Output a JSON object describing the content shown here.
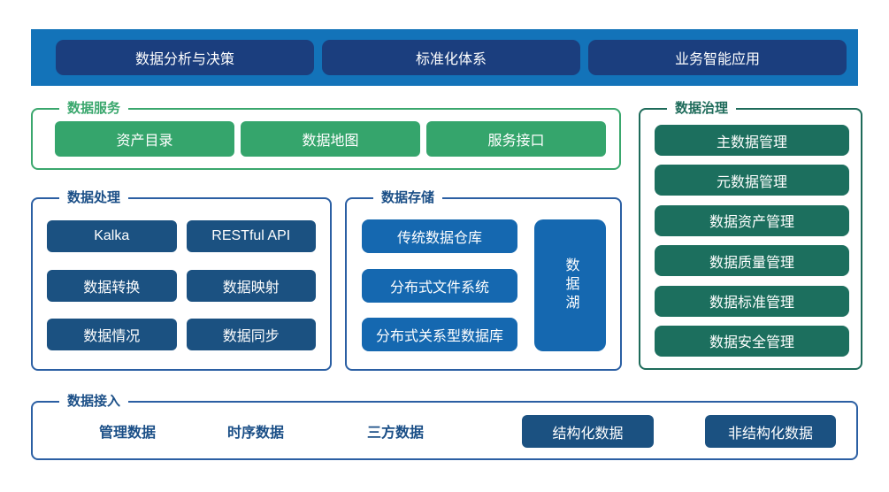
{
  "banner": {
    "items": [
      "数据分析与决策",
      "标准化体系",
      "业务智能应用"
    ]
  },
  "sections": {
    "services": {
      "title": "数据服务",
      "buttons": [
        "资产目录",
        "数据地图",
        "服务接口"
      ]
    },
    "governance": {
      "title": "数据治理",
      "buttons": [
        "主数据管理",
        "元数据管理",
        "数据资产管理",
        "数据质量管理",
        "数据标准管理",
        "数据安全管理"
      ]
    },
    "processing": {
      "title": "数据处理",
      "buttons": [
        "Kalka",
        "RESTful API",
        "数据转换",
        "数据映射",
        "数据情况",
        "数据同步"
      ]
    },
    "storage": {
      "title": "数据存储",
      "buttons": [
        "传统数据仓库",
        "分布式文件系统",
        "分布式关系型数据库"
      ],
      "lake": "数据湖"
    },
    "access": {
      "title": "数据接入",
      "labels": [
        "管理数据",
        "时序数据",
        "三方数据"
      ],
      "buttons": [
        "结构化数据",
        "非结构化数据"
      ]
    }
  },
  "colors": {
    "banner_bg": "#1373b9",
    "banner_button": "#1b3e7e",
    "green_border": "#3aa76d",
    "green_button": "#35a56c",
    "teal_border": "#1e6b5a",
    "teal_button": "#1c6f5e",
    "blue_border": "#2b5fa3",
    "navy_button": "#1b5181",
    "storage_button": "#1568b0",
    "navy_text": "#1b4f87"
  }
}
